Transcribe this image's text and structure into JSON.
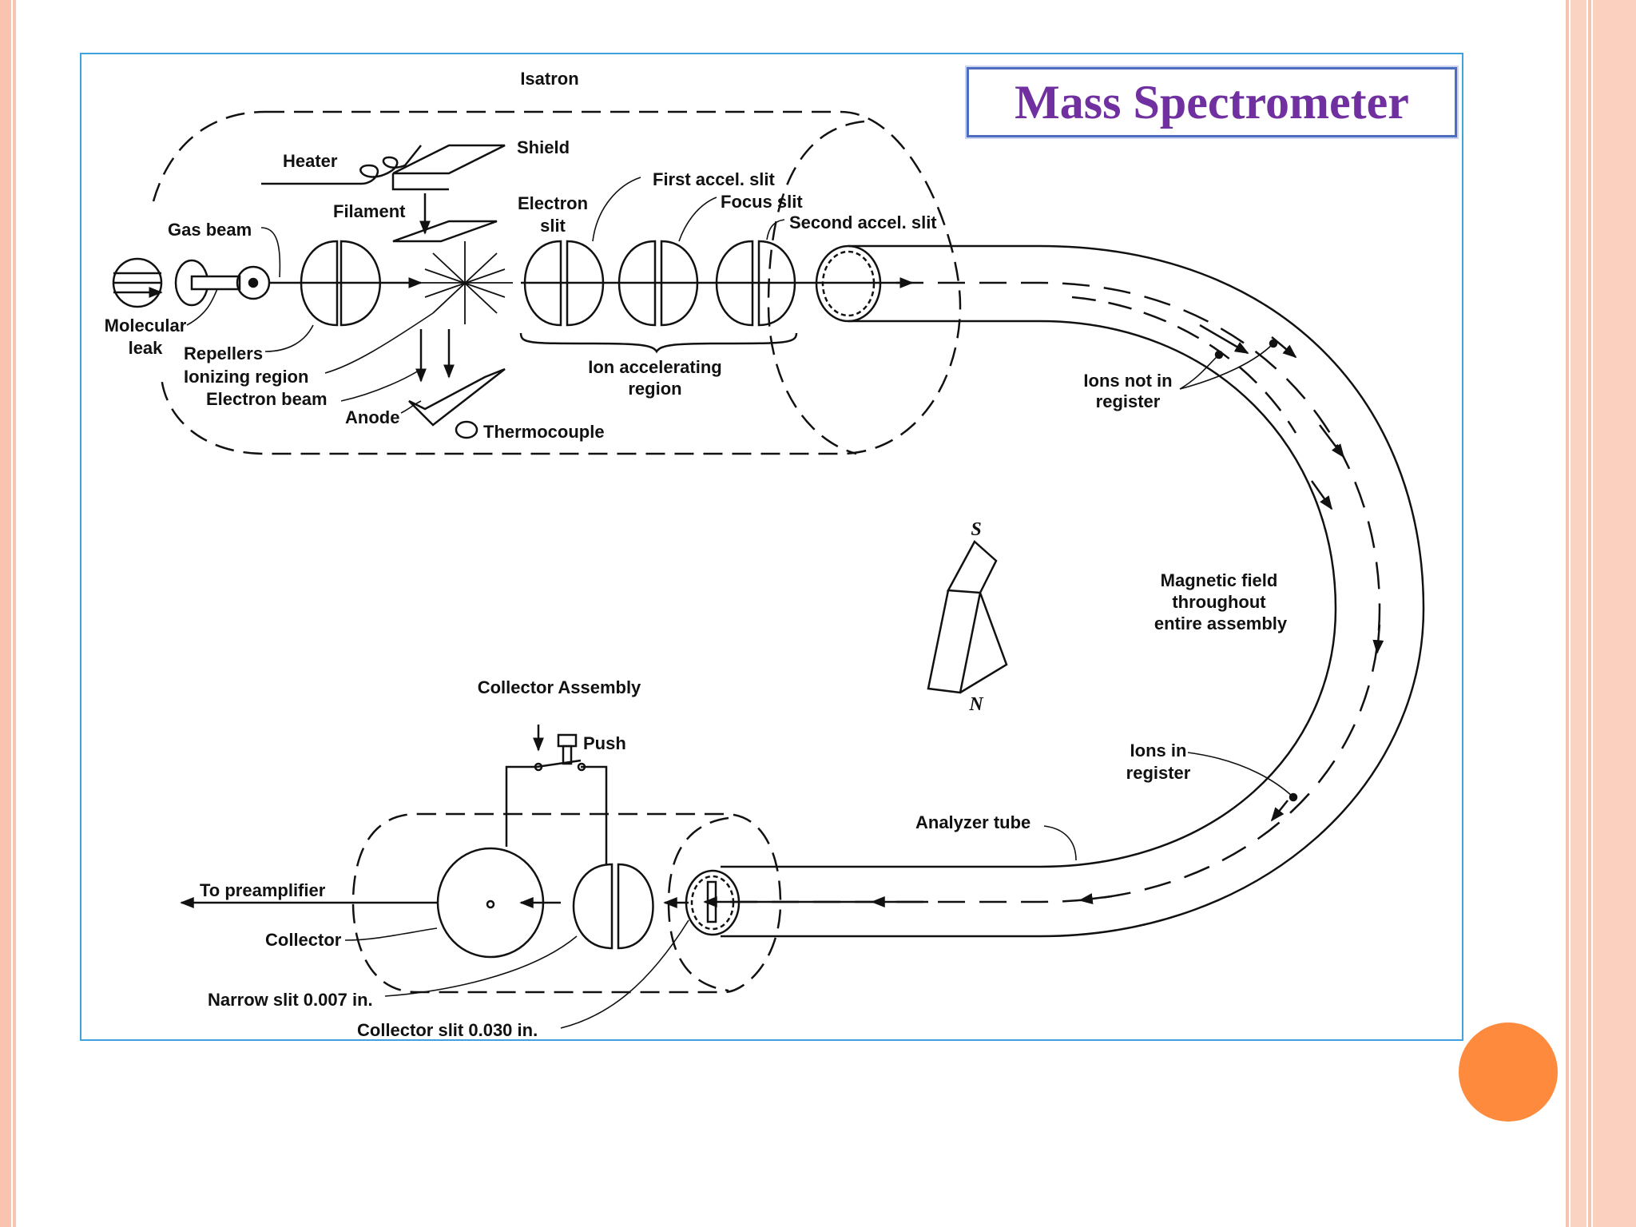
{
  "title": "Mass Spectrometer",
  "colors": {
    "title": "#7030a0",
    "title_border": "#4e6cc0",
    "frame_border": "#3fa2df",
    "accent_dot": "#fd8a3d",
    "side_stripes": "#f8c4b0"
  },
  "labels": {
    "isatron": "Isatron",
    "heater": "Heater",
    "shield": "Shield",
    "filament": "Filament",
    "gas_beam": "Gas beam",
    "electron_slit_1": "Electron",
    "electron_slit_2": "slit",
    "first_accel_slit": "First accel. slit",
    "focus_slit": "Focus slit",
    "second_accel_slit": "Second accel. slit",
    "molecular_leak_1": "Molecular",
    "molecular_leak_2": "leak",
    "repellers": "Repellers",
    "ionizing_region": "Ionizing region",
    "electron_beam": "Electron beam",
    "anode": "Anode",
    "thermocouple": "Thermocouple",
    "ion_accel_region_1": "Ion accelerating",
    "ion_accel_region_2": "region",
    "ions_not_in_register_1": "Ions not in",
    "ions_not_in_register_2": "register",
    "magnetic_field_1": "Magnetic field",
    "magnetic_field_2": "throughout",
    "magnetic_field_3": "entire assembly",
    "pole_s": "S",
    "pole_n": "N",
    "collector_assembly": "Collector Assembly",
    "push": "Push",
    "ions_in_register_1": "Ions in",
    "ions_in_register_2": "register",
    "analyzer_tube": "Analyzer tube",
    "to_preamplifier": "To preamplifier",
    "collector": "Collector",
    "narrow_slit": "Narrow slit 0.007 in.",
    "collector_slit": "Collector slit 0.030 in."
  }
}
